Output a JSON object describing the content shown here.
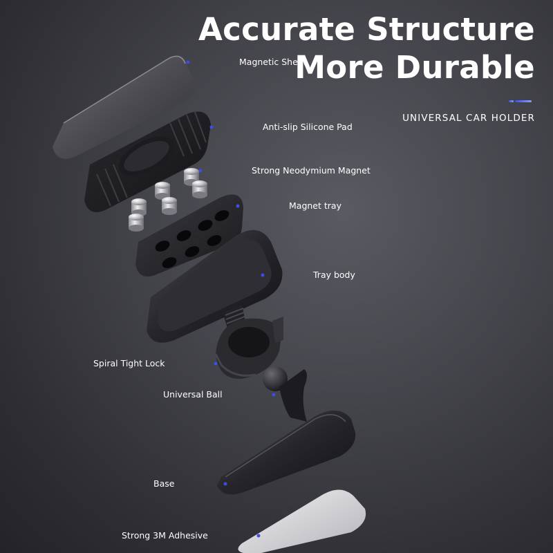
{
  "header": {
    "title_line1": "Accurate Structure",
    "title_line2": "More Durable",
    "subtitle": "UNIVERSAL CAR HOLDER",
    "accent_color": "#3b4fe0"
  },
  "parts": [
    {
      "label": "Magnetic Sheet"
    },
    {
      "label": "Anti-slip Silicone Pad"
    },
    {
      "label": "Strong Neodymium Magnet"
    },
    {
      "label": "Magnet tray"
    },
    {
      "label": "Tray body"
    },
    {
      "label": "Spiral Tight Lock"
    },
    {
      "label": "Universal Ball"
    },
    {
      "label": "Base"
    },
    {
      "label": "Strong 3M Adhesive"
    }
  ],
  "colors": {
    "background": "#3e3e45",
    "leader_line": "#3b4fe0",
    "text": "#ffffff"
  }
}
